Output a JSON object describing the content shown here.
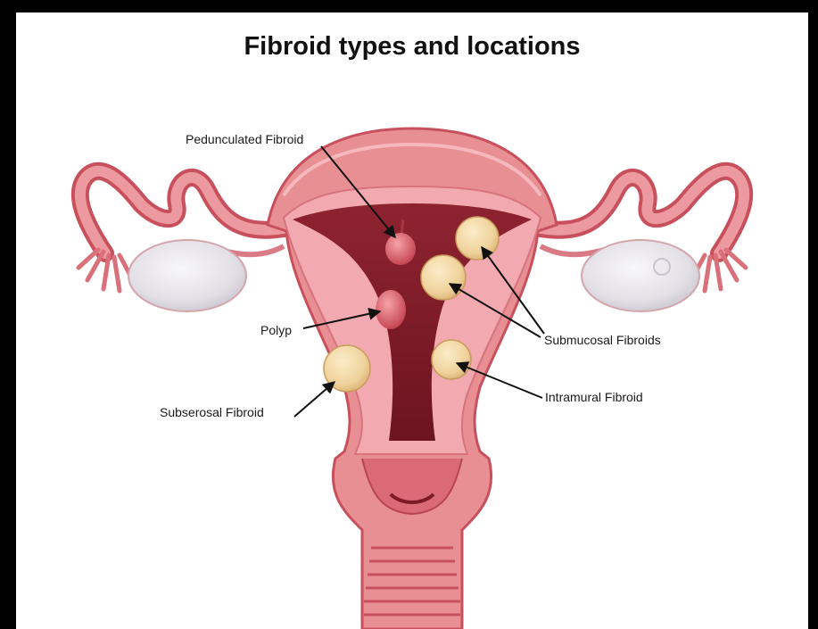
{
  "title": "Fibroid types and locations",
  "labels": {
    "pedunculated": "Pedunculated Fibroid",
    "polyp": "Polyp",
    "subserosal": "Subserosal Fibroid",
    "submucosal": "Submucosal Fibroids",
    "intramural": "Intramural Fibroid"
  },
  "colors": {
    "frame_border": "#000000",
    "background": "#ffffff",
    "tissue": "#e88f94",
    "tissue_dark": "#c8505c",
    "cavity": "#7c1a26",
    "fibroid": "#f1d6a3",
    "ovary": "#e6e3ea"
  }
}
